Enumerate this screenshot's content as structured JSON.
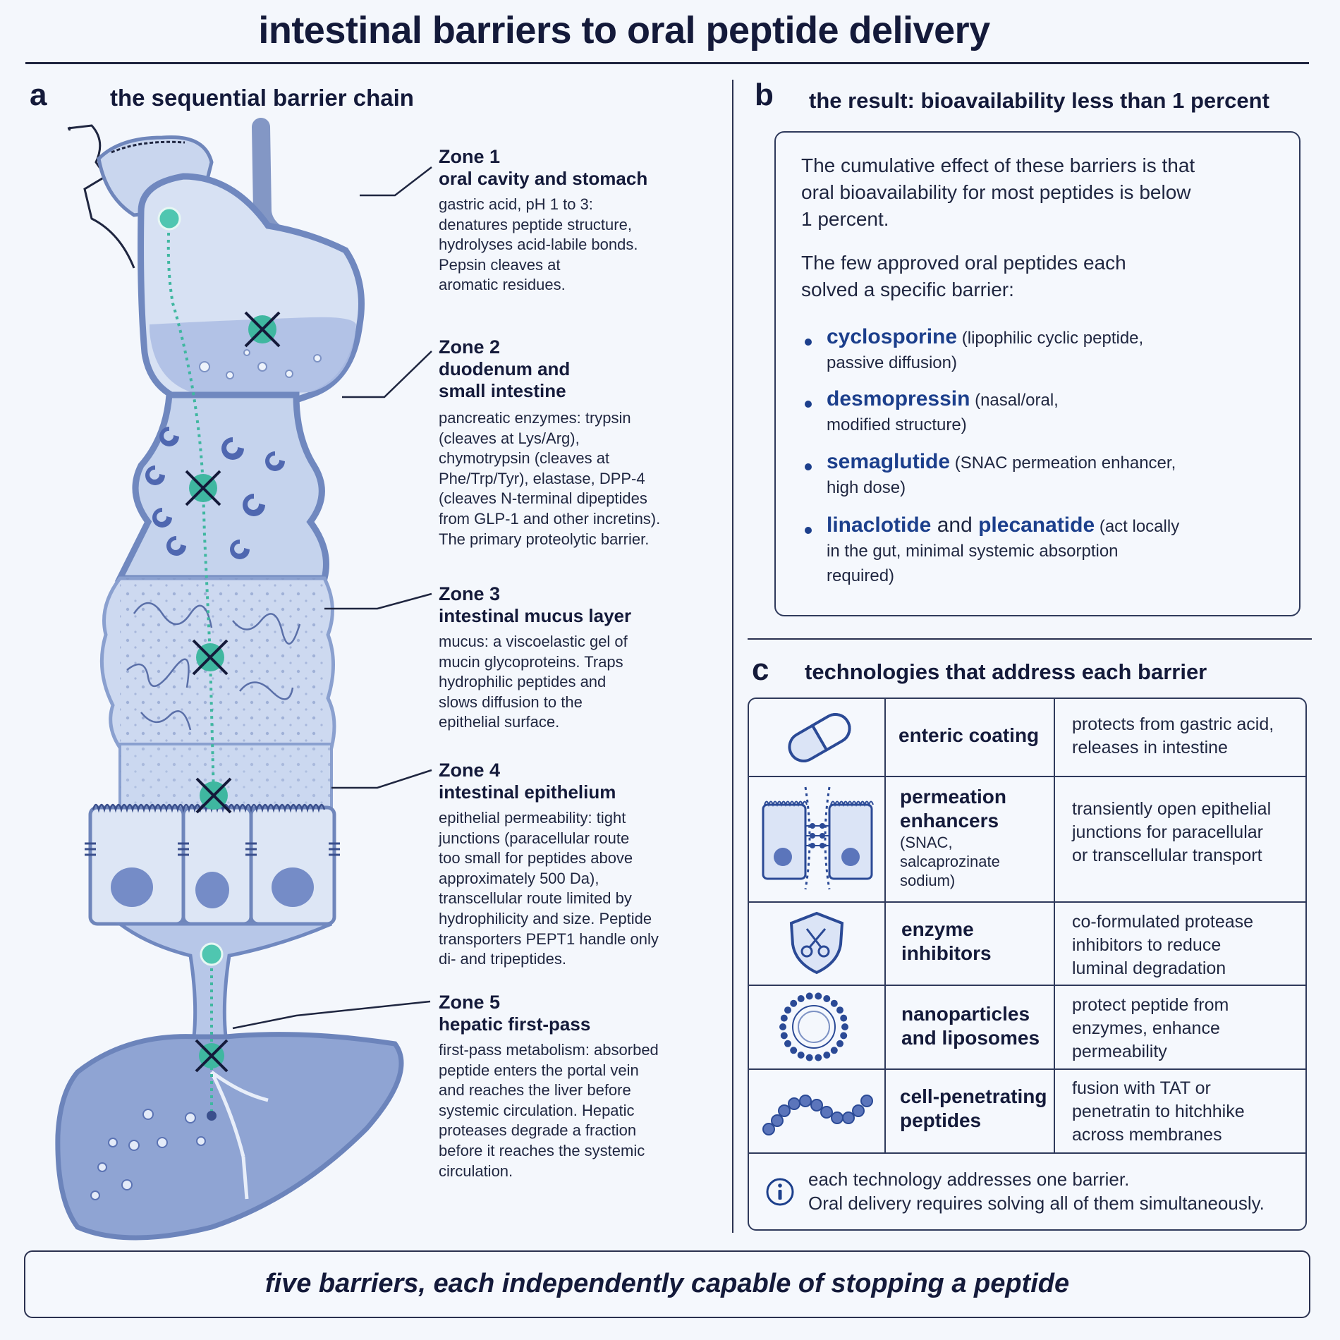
{
  "title": "intestinal barriers to oral peptide delivery",
  "panel_a": {
    "letter": "a",
    "title": "the sequential barrier chain",
    "zones": [
      {
        "head": "Zone 1",
        "sub": [
          "oral cavity and stomach"
        ],
        "body": [
          "gastric acid, pH 1 to 3:",
          "denatures peptide structure,",
          "hydrolyses acid-labile bonds.",
          "Pepsin cleaves at",
          "aromatic residues."
        ]
      },
      {
        "head": "Zone 2",
        "sub": [
          "duodenum and",
          "small intestine"
        ],
        "body": [
          "pancreatic enzymes: trypsin",
          "(cleaves at Lys/Arg),",
          "chymotrypsin (cleaves at",
          "Phe/Trp/Tyr), elastase, DPP-4",
          "(cleaves N-terminal dipeptides",
          "from GLP-1 and other incretins).",
          "The primary proteolytic barrier."
        ]
      },
      {
        "head": "Zone 3",
        "sub": [
          "intestinal mucus layer"
        ],
        "body": [
          "mucus:  a viscoelastic gel of",
          "mucin glycoproteins. Traps",
          "hydrophilic peptides and",
          "slows diffusion to the",
          "epithelial surface."
        ]
      },
      {
        "head": "Zone 4",
        "sub": [
          "intestinal epithelium"
        ],
        "body": [
          "epithelial permeability:  tight",
          "junctions (paracellular route",
          "too small for peptides above",
          "approximately 500 Da),",
          "transcellular route limited by",
          "hydrophilicity and size. Peptide",
          "transporters PEPT1 handle only",
          "di- and tripeptides."
        ]
      },
      {
        "head": "Zone 5",
        "sub": [
          "hepatic first-pass"
        ],
        "body": [
          "first-pass metabolism: absorbed",
          "peptide enters the portal vein",
          "and reaches the liver before",
          "systemic circulation. Hepatic",
          "proteases degrade a fraction",
          "before it reaches the systemic",
          "circulation."
        ]
      }
    ]
  },
  "panel_b": {
    "letter": "b",
    "title": "the result: bioavailability less than 1 percent",
    "para1": [
      "The cumulative effect of these barriers is that",
      "oral bioavailability for most peptides is below",
      "1 percent."
    ],
    "para2": [
      "The few approved oral peptides each",
      "solved a specific barrier:"
    ],
    "items": [
      {
        "drug": "cyclosporine",
        "rest1": " (lipophilic cyclic peptide,",
        "rest2": "passive diffusion)"
      },
      {
        "drug": "desmopressin",
        "rest1": " (nasal/oral,",
        "rest2": "modified structure)"
      },
      {
        "drug": "semaglutide",
        "rest1": " (SNAC permeation enhancer,",
        "rest2": "high dose)"
      },
      {
        "drug": "linaclotide",
        "and": " and ",
        "drug2": "plecanatide",
        "rest1": " (act locally",
        "rest2": "in the gut, minimal systemic absorption",
        "rest3": "required)"
      }
    ]
  },
  "panel_c": {
    "letter": "c",
    "title": "technologies that address each barrier",
    "rows": [
      {
        "icon": "capsule-icon",
        "name": [
          "enteric coating"
        ],
        "name_sub": [],
        "desc": [
          "protects from gastric acid,",
          "releases in intestine"
        ]
      },
      {
        "icon": "epithelial-junction-icon",
        "name": [
          "permeation",
          "enhancers"
        ],
        "name_sub": [
          "(SNAC,",
          "salcaprozinate",
          "sodium)"
        ],
        "desc": [
          "transiently open epithelial",
          "junctions for paracellular",
          "or transcellular transport"
        ]
      },
      {
        "icon": "shield-scissors-icon",
        "name": [
          "enzyme",
          "inhibitors"
        ],
        "name_sub": [],
        "desc": [
          "co-formulated protease",
          "inhibitors to reduce",
          "luminal degradation"
        ]
      },
      {
        "icon": "liposome-icon",
        "name": [
          "nanoparticles",
          "and liposomes"
        ],
        "name_sub": [],
        "desc": [
          "protect peptide from",
          "enzymes, enhance",
          "permeability"
        ]
      },
      {
        "icon": "bead-chain-icon",
        "name": [
          "cell-penetrating",
          "peptides"
        ],
        "name_sub": [],
        "desc": [
          "fusion with TAT or",
          "penetratin to hitchhike",
          "across membranes"
        ]
      }
    ],
    "note": [
      "each technology addresses one barrier.",
      "Oral delivery requires solving all of them simultaneously."
    ],
    "note_icon": "info-icon"
  },
  "footer": "five barriers, each independently capable of stopping a peptide",
  "colors": {
    "accent": "#1c3f8c",
    "tract_fill": "#c9d6ee",
    "tract_stroke": "#6f86bb",
    "marker": "#4fc6b0"
  }
}
